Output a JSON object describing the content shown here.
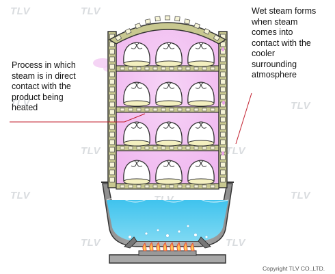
{
  "labels": {
    "left": [
      "Process in which",
      "steam is in direct",
      "contact with the",
      "product being",
      "heated"
    ],
    "right": [
      "Wet steam forms",
      "when steam",
      "comes into",
      "contact with the",
      "cooler",
      "surrounding",
      "atmosphere"
    ]
  },
  "watermark": "TLV",
  "copyright": "Copyright TLV CO.,LTD.",
  "colors": {
    "steam": "#f1bff1",
    "water": "#45c8ee",
    "brick": "#c8c890",
    "pot": "#a9a9a9",
    "callout_line": "#c11b2a",
    "bun": "#ffffff",
    "bun_base": "#f4f0c0"
  }
}
